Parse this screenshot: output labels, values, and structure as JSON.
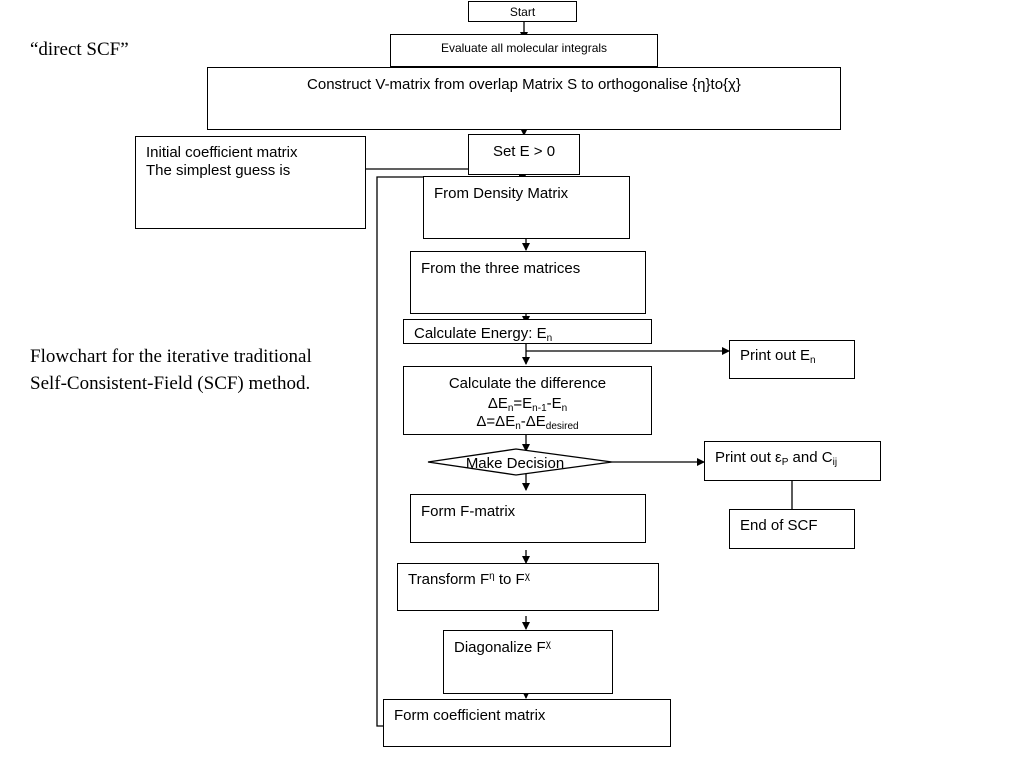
{
  "side_title": "“direct SCF”",
  "caption": "Flowchart for the iterative traditional Self-Consistent-Field (SCF) method.",
  "boxes": {
    "start": "Start",
    "evaluate": "Evaluate all molecular integrals",
    "construct": "Construct V-matrix from overlap Matrix S to orthogonalise {η}to{χ}",
    "initial_line1": "Initial coefficient matrix",
    "initial_line2": "The simplest guess is",
    "set_e": "Set E > 0",
    "density": "From Density Matrix",
    "three": "From the three matrices",
    "energy_prefix": "Calculate Energy: E",
    "energy_sub": "n",
    "print_en_prefix": "Print out E",
    "print_en_sub": "n",
    "diff_title": "Calculate the difference",
    "diff_l2_a": "ΔE",
    "diff_l2_b": "n",
    "diff_l2_c": "=E",
    "diff_l2_d": "n-1",
    "diff_l2_e": "-E",
    "diff_l2_f": "n",
    "diff_l3_a": "Δ=ΔE",
    "diff_l3_b": "n",
    "diff_l3_c": "-ΔE",
    "diff_l3_d": "desired",
    "decision": "Make Decision",
    "print_eps_a": "Print out ε",
    "print_eps_b": "P",
    "print_eps_c": " and C",
    "print_eps_d": "ij",
    "end_scf": "End of SCF",
    "form_f": "Form F-matrix",
    "transform_a": "Transform F",
    "transform_b": "η",
    "transform_c": " to F",
    "transform_d": "χ",
    "diag_a": "Diagonalize F",
    "diag_b": "χ",
    "form_coef": "Form coefficient matrix"
  }
}
